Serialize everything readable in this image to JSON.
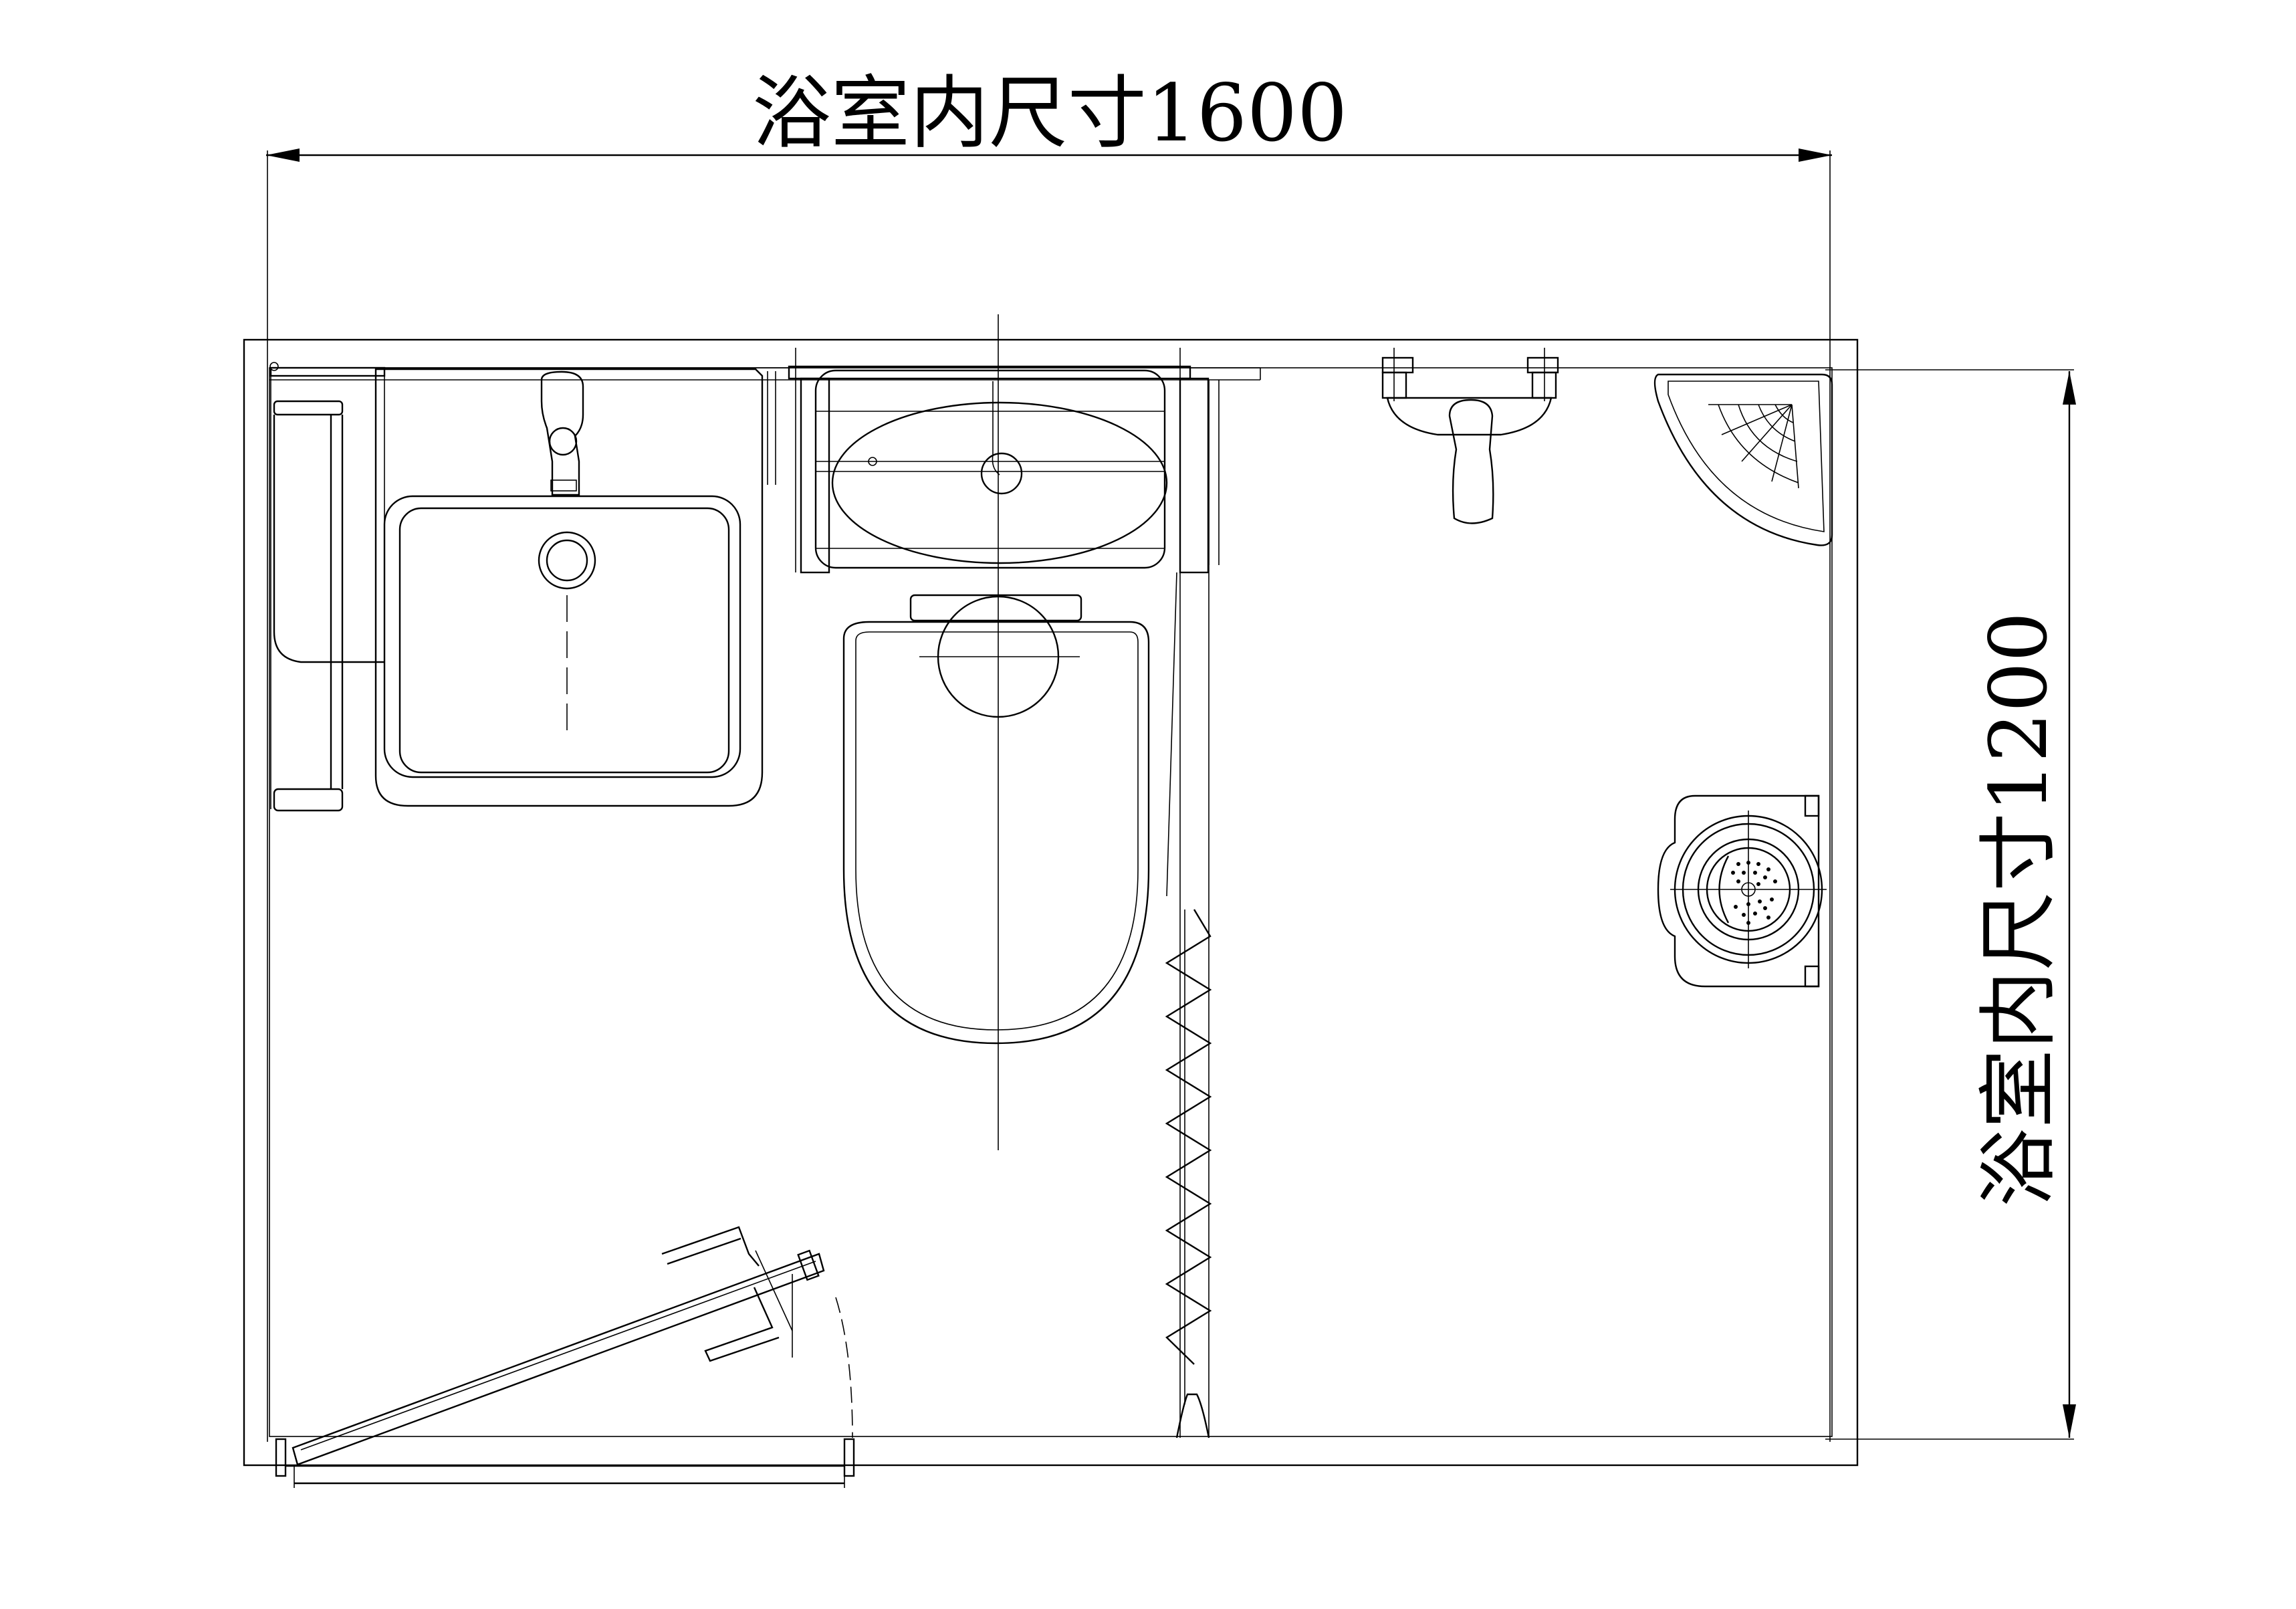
{
  "dimensions": {
    "width_label": "浴室内尺寸1600",
    "height_label": "浴室内尺寸1200"
  },
  "fixtures": {
    "towel_rack": "towel-rack",
    "wash_basin": "wash-basin",
    "toilet": "toilet",
    "shower_mixer": "shower-mixer",
    "corner_shelf": "corner-shelf",
    "floor_drain": "floor-drain",
    "shower_curtain": "shower-curtain",
    "door": "door"
  },
  "colors": {
    "line": "#000000",
    "background": "#ffffff"
  }
}
